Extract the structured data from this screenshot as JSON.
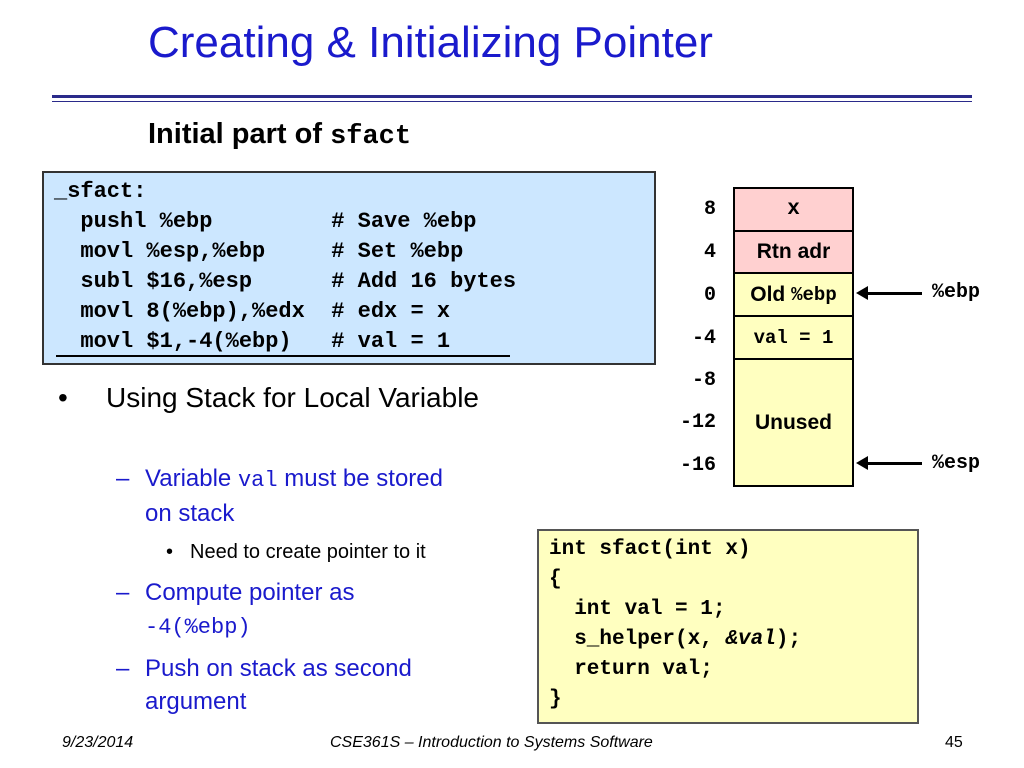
{
  "title": "Creating & Initializing Pointer",
  "subtitle": {
    "text": "Initial part of ",
    "code": "sfact"
  },
  "assembly": [
    "_sfact:",
    "  pushl %ebp         # Save %ebp",
    "  movl %esp,%ebp     # Set %ebp",
    "  subl $16,%esp      # Add 16 bytes",
    "  movl 8(%ebp),%edx  # edx = x",
    "  movl $1,-4(%ebp)   # val = 1"
  ],
  "stack": {
    "offsets": [
      "8",
      "4",
      "0",
      "-4",
      "-8",
      "-12",
      "-16"
    ],
    "cells": {
      "x": "x",
      "rtn": "Rtn adr",
      "old_prefix": "Old ",
      "old_reg": "%ebp",
      "val": "val = 1",
      "unused": "Unused"
    },
    "pointers": {
      "ebp": "%ebp",
      "esp": "%esp"
    }
  },
  "bullets": {
    "main": "Using Stack for Local Variable",
    "sub1_a": "Variable ",
    "sub1_code": "val",
    "sub1_b": " must be stored on stack",
    "subsub": "Need to create pointer to it",
    "sub2_a": "Compute pointer as ",
    "sub2_code": "-4(%ebp)",
    "sub3": "Push on stack as second argument"
  },
  "c_code": {
    "l1": "int sfact(int x)",
    "l2": "{",
    "l3": "  int val = 1;",
    "l4a": "  s_helper(x, ",
    "l4b": "&val",
    "l4c": ");",
    "l5": "  return val;",
    "l6": "}"
  },
  "footer": {
    "date": "9/23/2014",
    "course": "CSE361S – Introduction to Systems Software",
    "page": "45"
  },
  "colors": {
    "title": "#1a1acc",
    "asm_bg": "#cce7ff",
    "pink": "#ffd0d0",
    "yellow": "#ffffc0"
  }
}
